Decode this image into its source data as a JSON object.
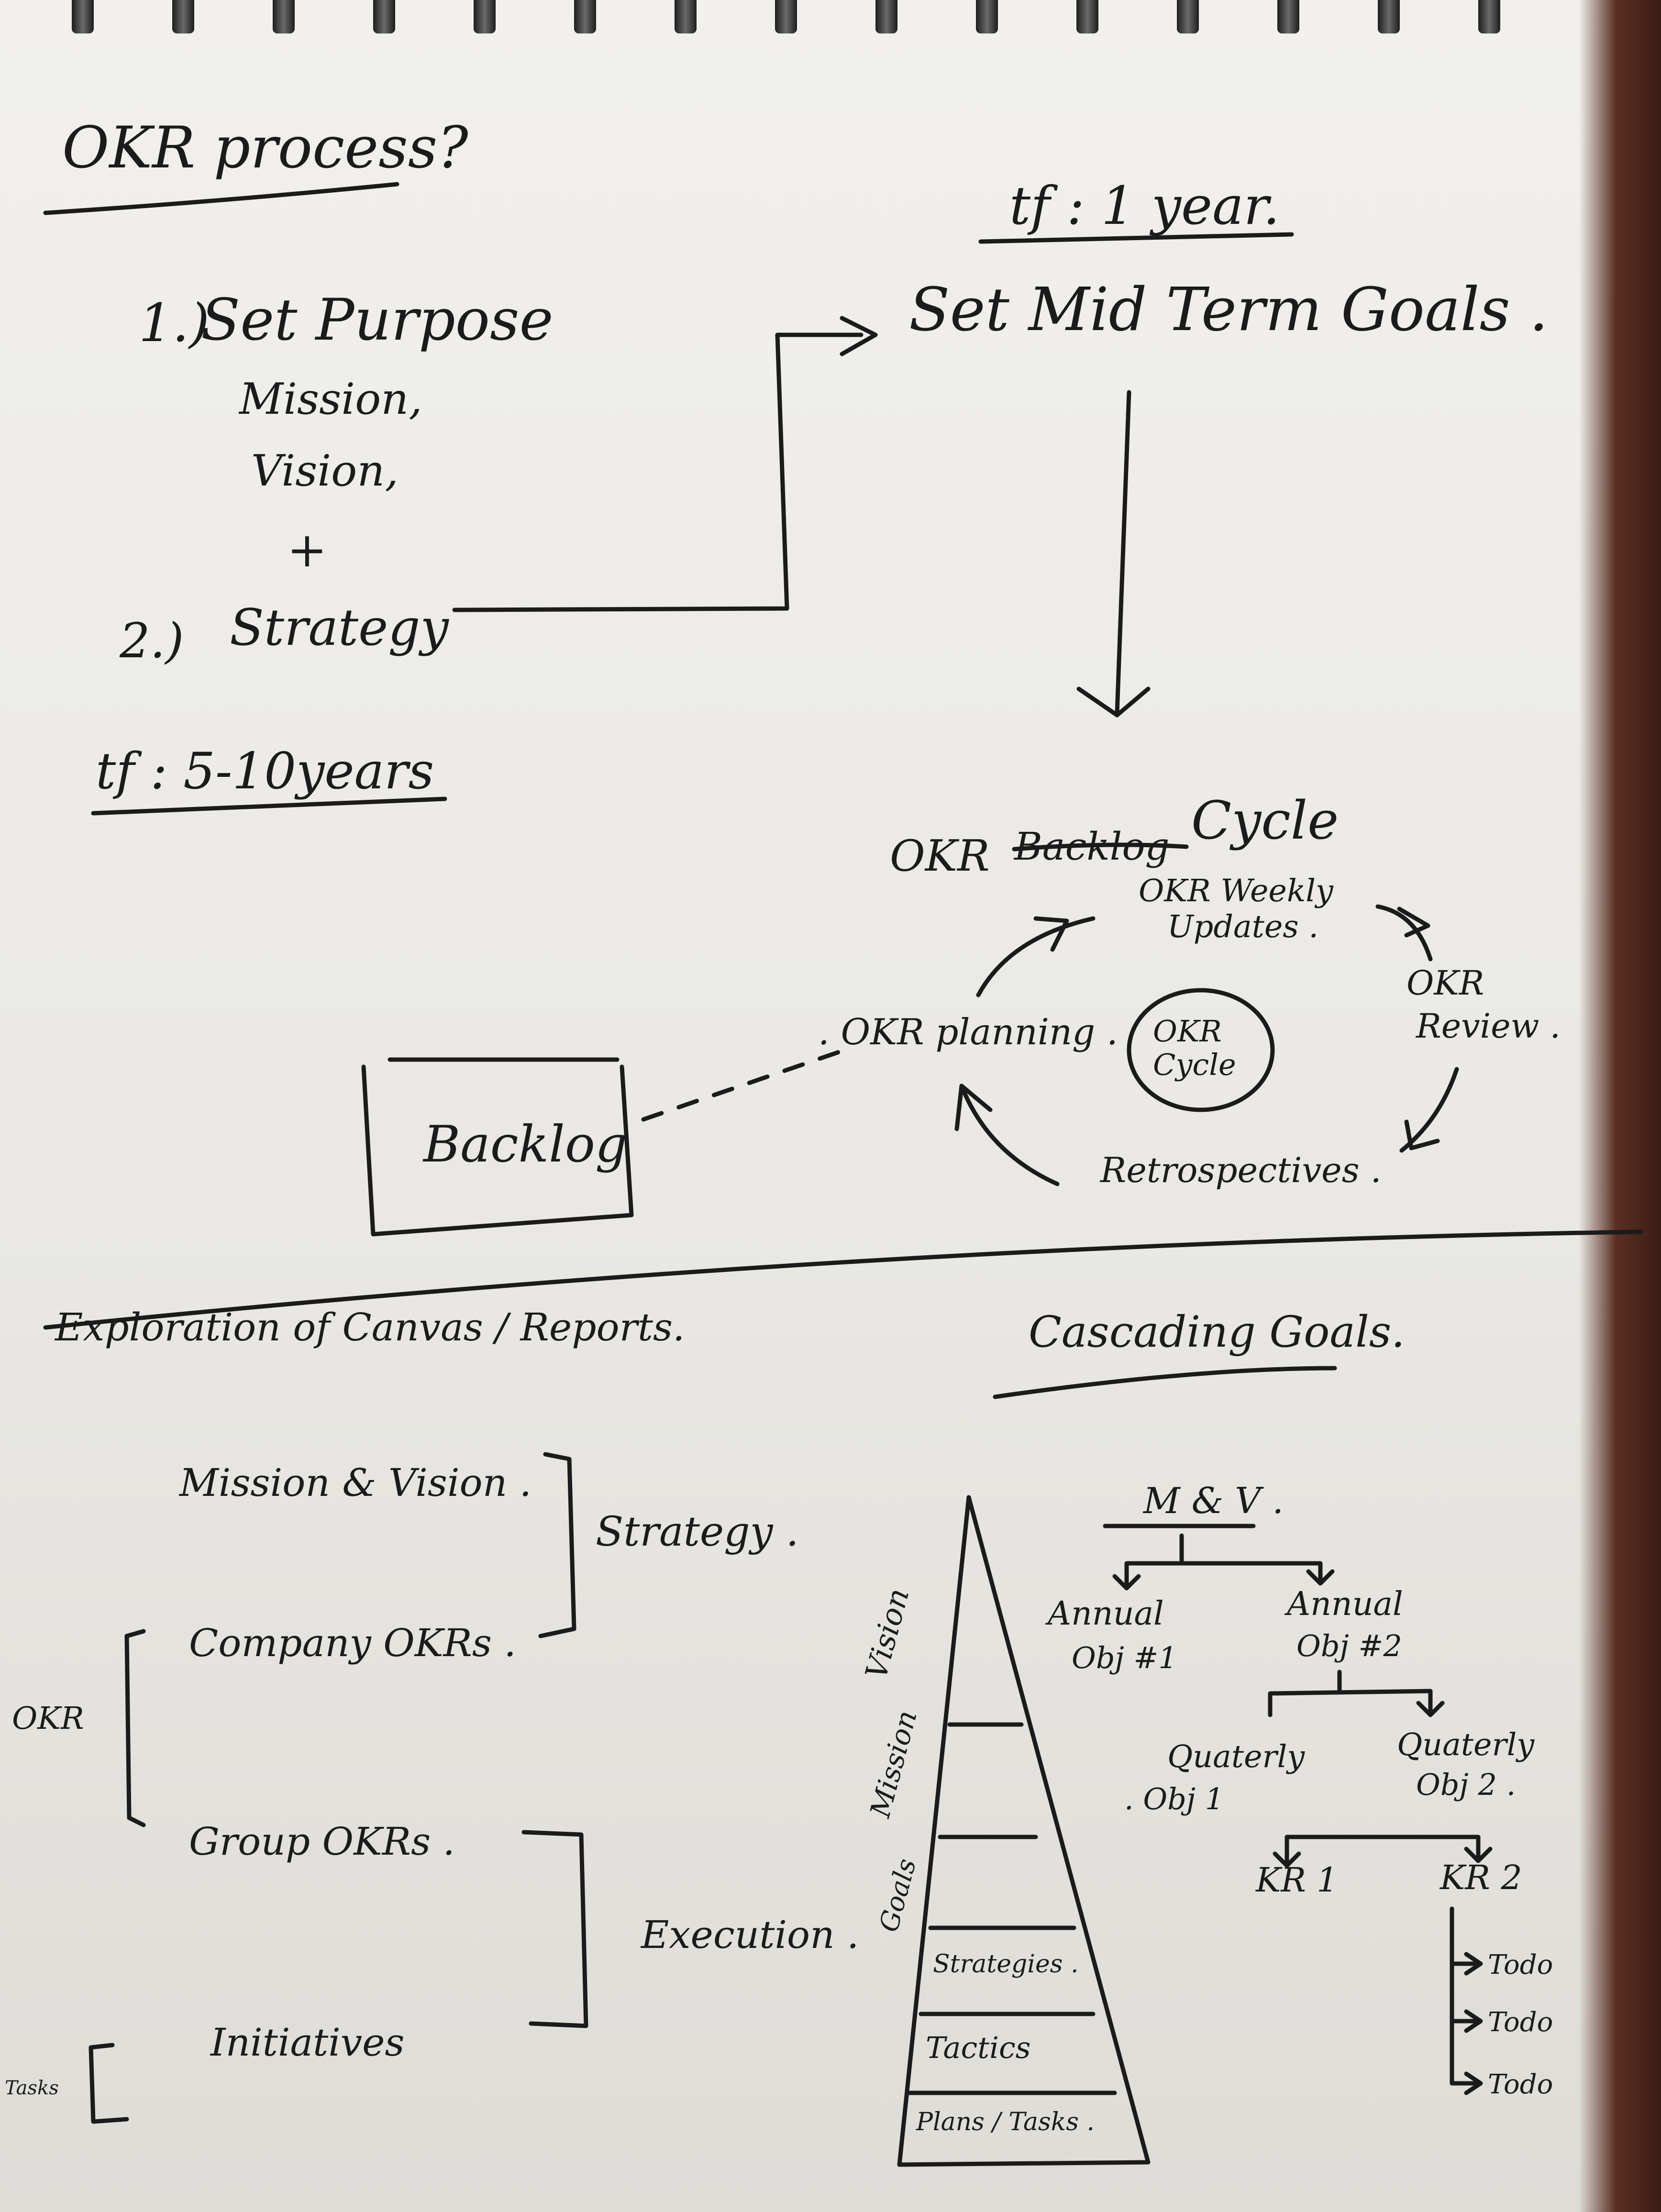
{
  "page": {
    "title": "OKR process?",
    "timeframe_long": "tf : 5-10years",
    "timeframe_short": "tf : 1 year."
  },
  "colors": {
    "paper": "#ecebe7",
    "ink": "#1b1b1b",
    "edge": "#4a2418"
  },
  "setup": {
    "step1_num": "1.)",
    "step1_label": "Set Purpose",
    "step1_sub1": "Mission,",
    "step1_sub2": "Vision,",
    "plus": "+",
    "step2_num": "2.)",
    "step2_label": "Strategy",
    "target": "Set Mid Term Goals ."
  },
  "cycle": {
    "heading_prefix": "OKR",
    "heading_struck": "Backlog",
    "heading_suffix": "Cycle",
    "center": [
      "OKR",
      "Cycle"
    ],
    "nodes": {
      "weekly": [
        "OKR Weekly",
        "Updates ."
      ],
      "review": [
        "OKR",
        "Review ."
      ],
      "retro": "Retrospectives .",
      "planning": ". OKR planning ."
    },
    "backlog": "Backlog"
  },
  "exploration": {
    "title": "Exploration of Canvas / Reports.",
    "items": {
      "mission": "Mission & Vision .",
      "company": "Company OKRs .",
      "group": "Group OKRs .",
      "initiatives": "Initiatives"
    },
    "brackets": {
      "strategy": "Strategy .",
      "execution": "Execution .",
      "okr": "OKR",
      "tasks": "Tasks"
    }
  },
  "cascading": {
    "title": "Cascading Goals.",
    "pyramid_side": [
      "Vision",
      "Mission",
      "Goals"
    ],
    "pyramid_levels": [
      "Strategies .",
      "Tactics",
      "Plans / Tasks ."
    ],
    "tree": {
      "root": "M & V .",
      "annual": [
        [
          "Annual",
          "Obj #1"
        ],
        [
          "Annual",
          "Obj #2"
        ]
      ],
      "quarterly": [
        [
          "Quaterly",
          ". Obj 1"
        ],
        [
          "Quaterly",
          "Obj 2 ."
        ]
      ],
      "krs": [
        "KR 1",
        "KR 2"
      ],
      "todos": [
        "Todo",
        "Todo",
        "Todo"
      ]
    }
  }
}
